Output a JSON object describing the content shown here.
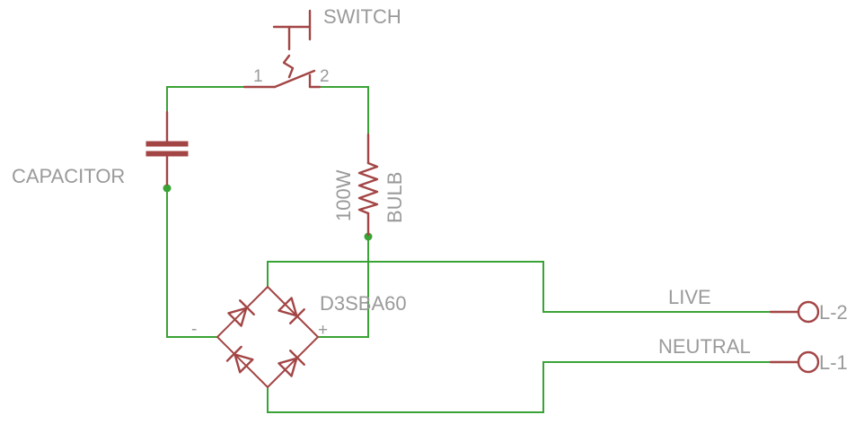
{
  "labels": {
    "switch_name": "SWITCH",
    "switch_pin1": "1",
    "switch_pin2": "2",
    "capacitor_name": "CAPACITOR",
    "bulb_value": "100W",
    "bulb_name": "BULB",
    "bridge_name": "D3SBA60",
    "bridge_minus": "-",
    "bridge_plus": "+",
    "live_net": "LIVE",
    "neutral_net": "NEUTRAL",
    "terminal_live": "L-2",
    "terminal_neutral": "L-1"
  },
  "colors": {
    "wire": "#3aa335",
    "component": "#a34545",
    "label": "#9a9a9a",
    "background": "#ffffff"
  }
}
